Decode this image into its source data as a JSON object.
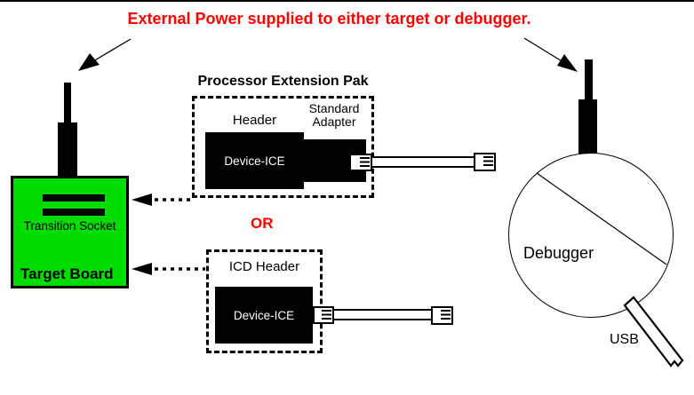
{
  "colors": {
    "board_green": "#00dc00",
    "accent_red": "#ff0000",
    "line_black": "#000000",
    "fill_white": "#ffffff"
  },
  "annotation": {
    "external_power": "External Power supplied to either target or debugger."
  },
  "target_board": {
    "board_label": "Target Board",
    "socket_label": "Transition Socket"
  },
  "extension_pak": {
    "title": "Processor Extension Pak",
    "header_label": "Header",
    "adapter_label": [
      "Standard",
      "Adapter"
    ],
    "device_label": "Device-ICE"
  },
  "or_label": "OR",
  "icd_header": {
    "title": "ICD Header",
    "device_label": "Device-ICE"
  },
  "debugger": {
    "label": "Debugger",
    "usb_label": "USB"
  }
}
